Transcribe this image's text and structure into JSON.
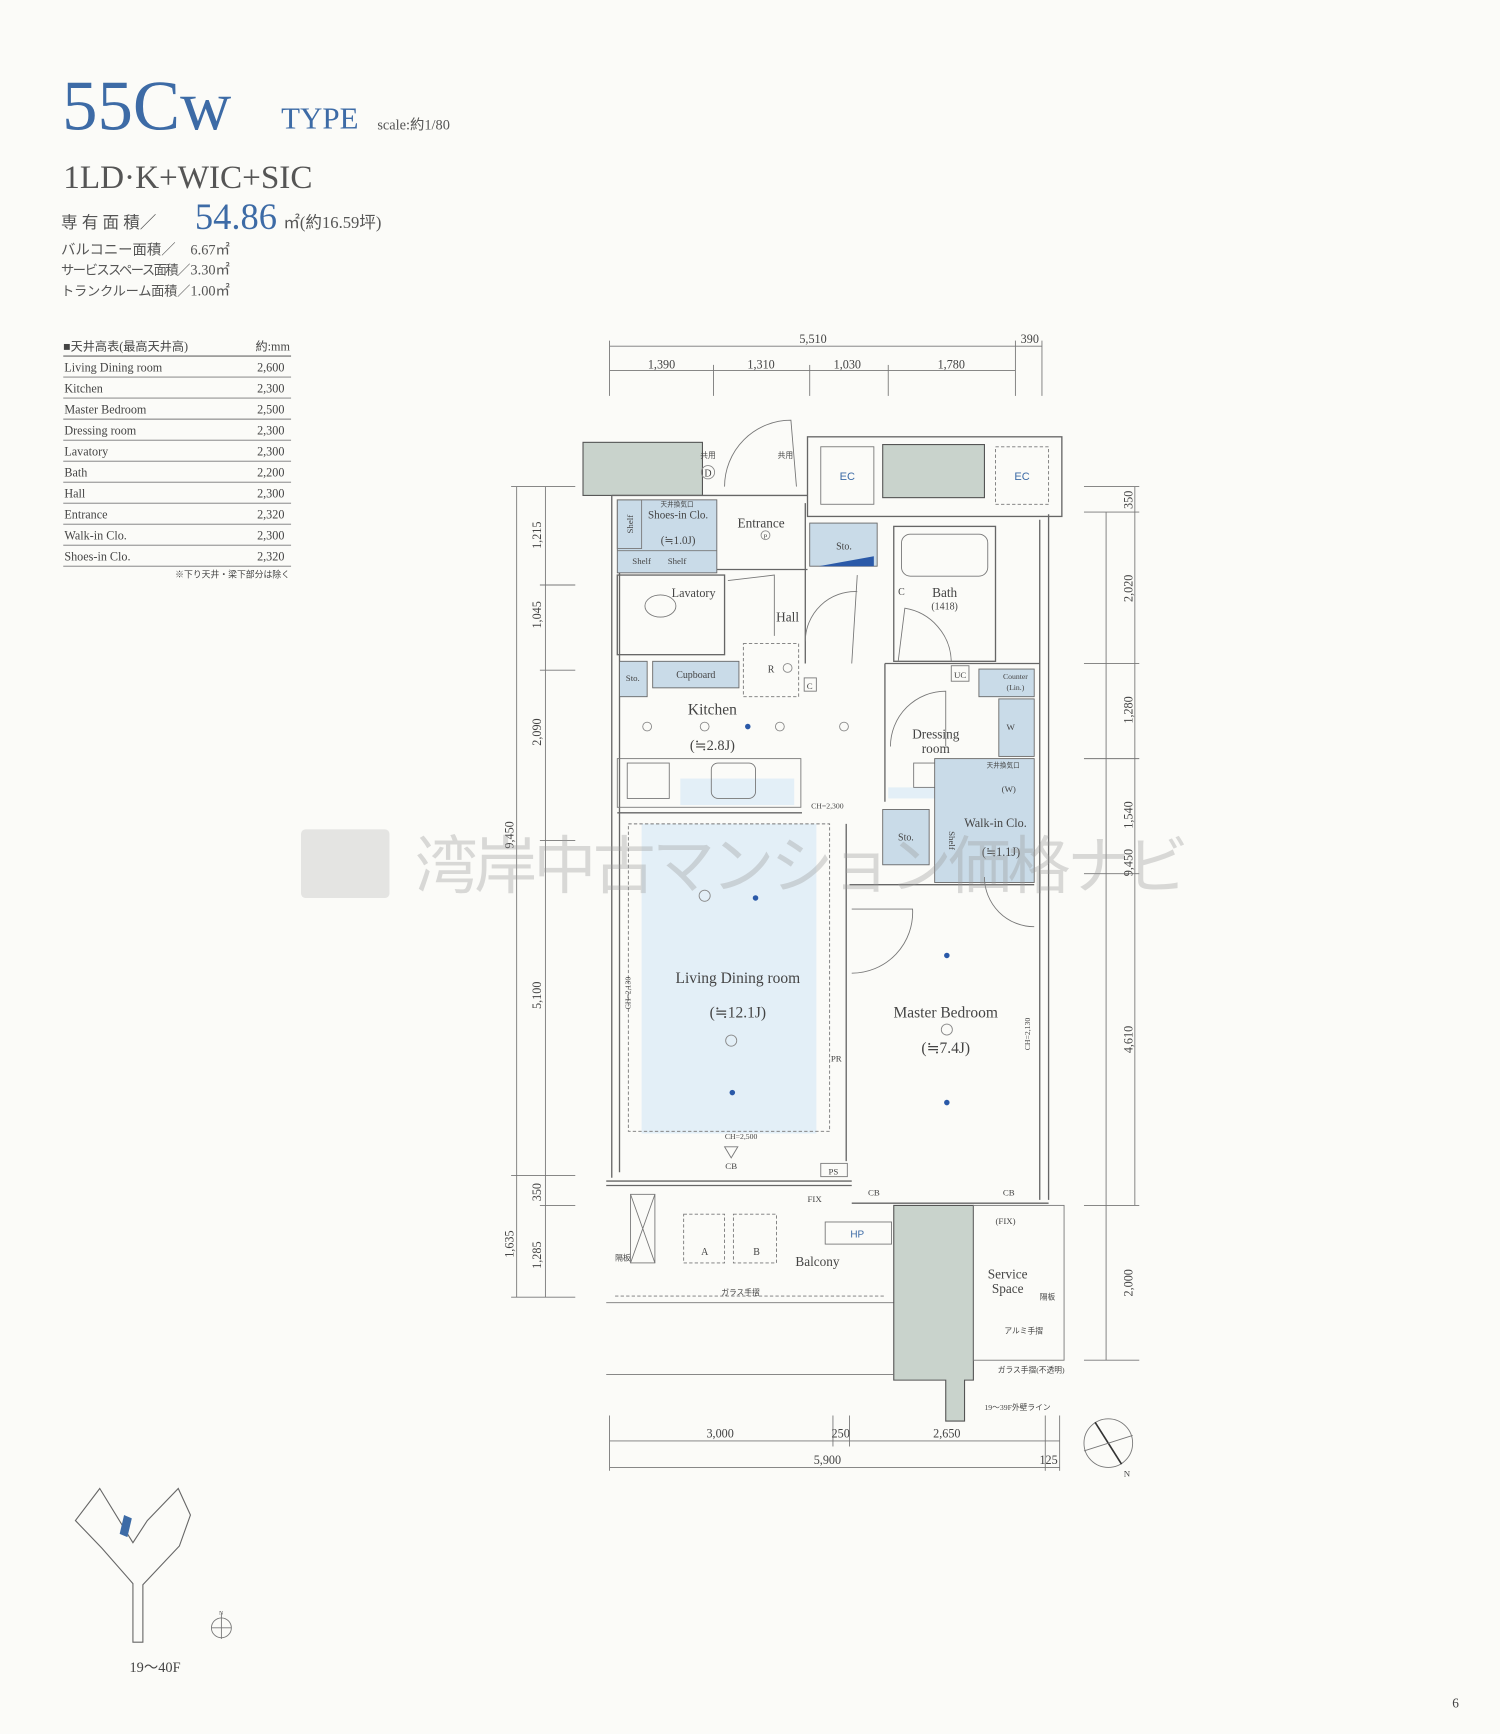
{
  "header": {
    "type_code": "55Cw",
    "type_word": "TYPE",
    "scale": "scale:約1/80",
    "layout": "1LD·K+WIC+SIC",
    "area_label": "専 有 面 積／",
    "area_value": "54.86",
    "area_unit": "㎡(約16.59坪)",
    "sub_areas": [
      {
        "label": "バルコニー面積／",
        "value": "6.67㎡"
      },
      {
        "label": "サービススペース面積／",
        "value": "3.30㎡"
      },
      {
        "label": "トランクルーム面積／",
        "value": "1.00㎡"
      }
    ]
  },
  "ceiling_table": {
    "title": "■天井高表(最高天井高)",
    "unit": "約:mm",
    "rows": [
      {
        "room": "Living Dining room",
        "height": "2,600"
      },
      {
        "room": "Kitchen",
        "height": "2,300"
      },
      {
        "room": "Master Bedroom",
        "height": "2,500"
      },
      {
        "room": "Dressing room",
        "height": "2,300"
      },
      {
        "room": "Lavatory",
        "height": "2,300"
      },
      {
        "room": "Bath",
        "height": "2,200"
      },
      {
        "room": "Hall",
        "height": "2,300"
      },
      {
        "room": "Entrance",
        "height": "2,320"
      },
      {
        "room": "Walk-in Clo.",
        "height": "2,300"
      },
      {
        "room": "Shoes-in Clo.",
        "height": "2,320"
      }
    ],
    "note": "※下り天井・梁下部分は除く"
  },
  "dimensions": {
    "top_total": [
      "5,510",
      "390"
    ],
    "top_parts": [
      "1,390",
      "1,310",
      "1,030",
      "1,780"
    ],
    "left_total": [
      "9,450",
      "1,635"
    ],
    "left_parts": [
      "1,215",
      "1,045",
      "2,090",
      "5,100",
      "350",
      "1,285"
    ],
    "right_total": [
      "9,450",
      "2,000"
    ],
    "right_parts": [
      "350",
      "2,020",
      "1,280",
      "1,540",
      "4,610"
    ],
    "bottom_parts": [
      "3,000",
      "250",
      "2,650"
    ],
    "bottom_total": [
      "5,900",
      "125"
    ]
  },
  "plan": {
    "ec": "EC",
    "shared": "共用",
    "d": "D",
    "p": "P",
    "vent": "天井換気口",
    "shoes_clo": "Shoes-in Clo.",
    "shoes_area": "(≒1.0J)",
    "shelf": "Shelf",
    "entrance": "Entrance",
    "sto": "Sto.",
    "bath": "Bath",
    "bath_size": "(1418)",
    "c": "C",
    "lavatory": "Lavatory",
    "hall": "Hall",
    "cupboard": "Cupboard",
    "r": "R",
    "kitchen": "Kitchen",
    "kitchen_area": "(≒2.8J)",
    "uc": "UC",
    "counter": "Counter",
    "lin": "(Lin.)",
    "w": "W",
    "w_paren": "(W)",
    "dressing_1": "Dressing",
    "dressing_2": "room",
    "wic": "Walk-in Clo.",
    "wic_area": "(≒1.1J)",
    "ch_2300": "CH=2,300",
    "ldr": "Living Dining room",
    "ldr_area": "(≒12.1J)",
    "ch_2130": "CH=2,130",
    "ch_2500": "CH=2,500",
    "pr": "PR",
    "cb": "CB",
    "ps": "PS",
    "fix": "FIX",
    "fix_paren": "(FIX)",
    "master": "Master Bedroom",
    "master_area": "(≒7.4J)",
    "hp": "HP",
    "a": "A",
    "b": "B",
    "balcony": "Balcony",
    "service_1": "Service",
    "service_2": "Space",
    "partition": "隔板",
    "glass_rail": "ガラス手摺",
    "alu_rail": "アルミ手摺",
    "glass_rail_opaque": "ガラス手摺(不透明)",
    "wall_line": "19〜39F外壁ライン",
    "north": "N"
  },
  "key_plan": {
    "floors": "19〜40F",
    "north": "N"
  },
  "watermark": "湾岸中古マンション価格ナビ",
  "page_number": "6",
  "colors": {
    "accent": "#3d6ba6",
    "room_fill": "#c9dbe8",
    "column": "#c9d3cc"
  }
}
